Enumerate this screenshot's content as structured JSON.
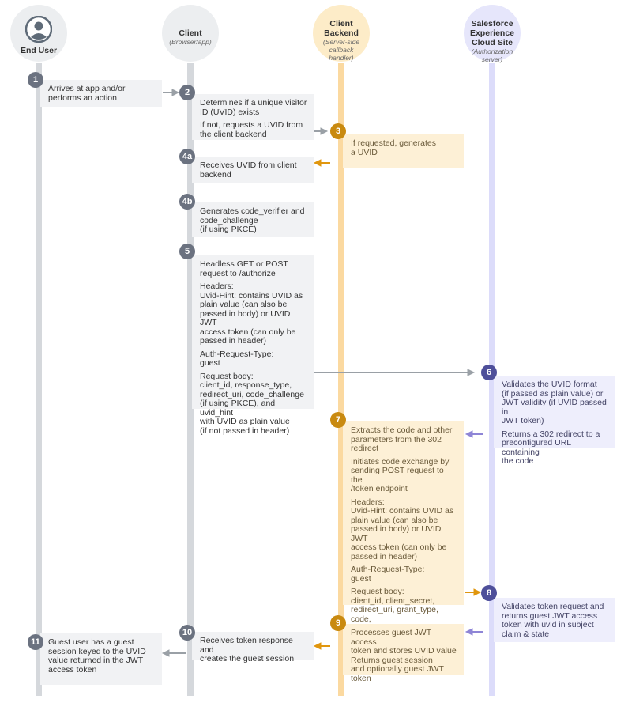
{
  "colors": {
    "gray_lane": "#d5d8dc",
    "gray_step": "#6b7280",
    "orange_lane": "#fbd9a0",
    "orange_step": "#c98a10",
    "orange_arrow": "#e0960e",
    "purple_lane": "#dcdcfa",
    "purple_step": "#4e4f9a",
    "purple_arrow": "#8e85d6",
    "gray_arrow": "#9aa0a6"
  },
  "participants": {
    "end_user": {
      "title": "End User",
      "icon": "user-avatar-icon"
    },
    "client": {
      "title": "Client",
      "subtitle": "(Browser/app)"
    },
    "backend": {
      "title": "Client\nBackend",
      "subtitle": "(Server-side\ncallback\nhandler)"
    },
    "salesforce": {
      "title": "Salesforce\nExperience\nCloud Site",
      "subtitle": "(Authorization\nserver)"
    }
  },
  "steps": {
    "s1": {
      "num": "1",
      "lines": [
        "Arrives at app and/or\nperforms an action"
      ]
    },
    "s2": {
      "num": "2",
      "lines": [
        "Determines if a unique visitor\nID (UVID) exists",
        "If not, requests a UVID from\nthe client backend"
      ]
    },
    "s3": {
      "num": "3",
      "lines": [
        "If requested, generates\na UVID"
      ]
    },
    "s4a": {
      "num": "4a",
      "lines": [
        "Receives UVID from client\nbackend"
      ]
    },
    "s4b": {
      "num": "4b",
      "lines": [
        "Generates code_verifier and\ncode_challenge\n(if using PKCE)"
      ]
    },
    "s5": {
      "num": "5",
      "lines": [
        "Headless GET or POST\nrequest to /authorize",
        "Headers:\nUvid-Hint: contains UVID as\nplain value (can also be\npassed in body) or UVID JWT\naccess token (can only be\npassed in header)",
        "Auth-Request-Type:\nguest",
        "Request body:\nclient_id, response_type,\nredirect_uri, code_challenge\n(if using PKCE), and uvid_hint\nwith UVID as plain value\n(if not passed in header)"
      ]
    },
    "s6": {
      "num": "6",
      "lines": [
        "Validates the UVID format\n(if passed as plain value) or\nJWT validity (if UVID passed in\nJWT token)",
        "Returns a 302 redirect to a\npreconfigured URL containing\nthe code"
      ]
    },
    "s7": {
      "num": "7",
      "lines": [
        "Extracts the code and other\nparameters from the 302\nredirect",
        "Initiates code exchange by\nsending POST request to the\n/token endpoint",
        "Headers:\nUvid-Hint: contains UVID as\nplain value (can also be\npassed in body) or UVID JWT\naccess token (can only be\npassed in header)",
        "Auth-Request-Type:\nguest",
        "Request body:\nclient_id, client_secret,\nredirect_uri, grant_type, code,\nand code_verifier\n (if using PKCE)"
      ]
    },
    "s8": {
      "num": "8",
      "lines": [
        "Validates token request and\nreturns guest JWT access\ntoken with uvid in subject\nclaim & state"
      ]
    },
    "s9": {
      "num": "9",
      "lines": [
        "Processes guest JWT access\ntoken and stores UVID value\nReturns guest session\nand optionally guest JWT\ntoken"
      ]
    },
    "s10": {
      "num": "10",
      "lines": [
        "Receives token response and\ncreates the guest session"
      ]
    },
    "s11": {
      "num": "11",
      "lines": [
        "Guest user has a guest\nsession keyed to the UVID\nvalue returned in the JWT\naccess token"
      ]
    }
  }
}
